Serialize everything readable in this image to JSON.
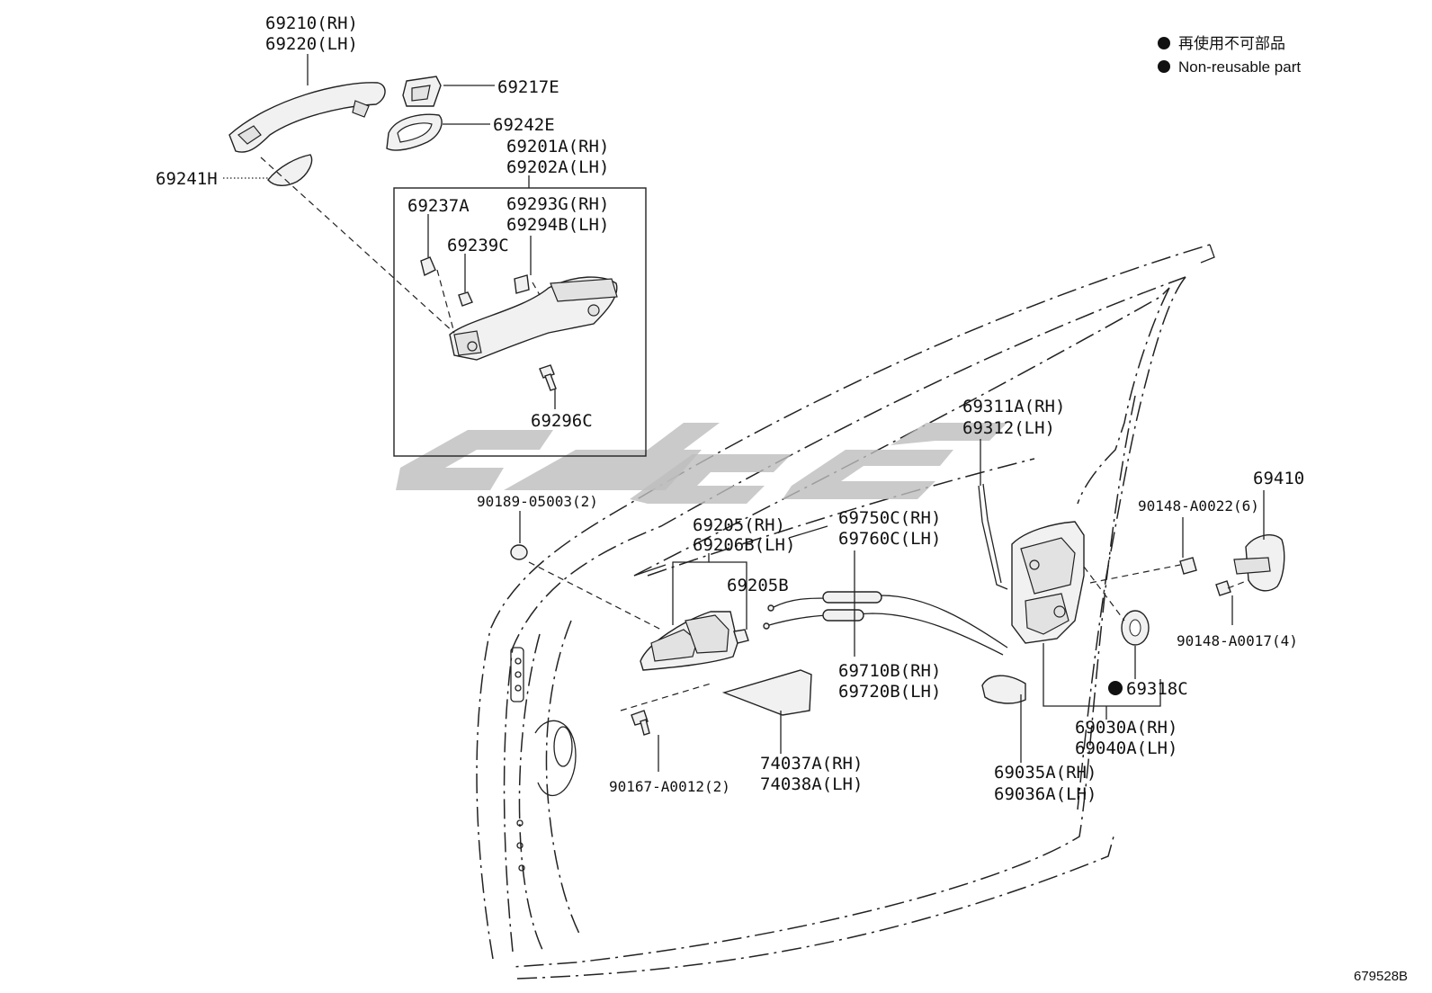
{
  "legend": {
    "cn_text": "再使用不可部品",
    "en_text": "Non-reusable part"
  },
  "reference_code": "679528B",
  "labels": {
    "p69210": "69210(RH)",
    "p69220": "69220(LH)",
    "p69217E": "69217E",
    "p69242E": "69242E",
    "p69201A": "69201A(RH)",
    "p69202A": "69202A(LH)",
    "p69241H": "69241H",
    "p69237A": "69237A",
    "p69293G": "69293G(RH)",
    "p69294B": "69294B(LH)",
    "p69239C": "69239C",
    "p69296C": "69296C",
    "p90189": "90189-05003(2)",
    "p69205": "69205(RH)",
    "p69206B": "69206B(LH)",
    "p69205B": "69205B",
    "p69750C": "69750C(RH)",
    "p69760C": "69760C(LH)",
    "p69311A": "69311A(RH)",
    "p69312": "69312(LH)",
    "p69410": "69410",
    "p90148_0022": "90148-A0022(6)",
    "p90148_0017": "90148-A0017(4)",
    "p69318C": "69318C",
    "p69710B": "69710B(RH)",
    "p69720B": "69720B(LH)",
    "p69030A": "69030A(RH)",
    "p69040A": "69040A(LH)",
    "p74037A": "74037A(RH)",
    "p74038A": "74038A(LH)",
    "p90167": "90167-A0012(2)",
    "p69035A": "69035A(RH)",
    "p69036A": "69036A(LH)"
  },
  "icons": {
    "non_reusable_marker": "filled-circle",
    "watermark": "logo-watermark"
  }
}
